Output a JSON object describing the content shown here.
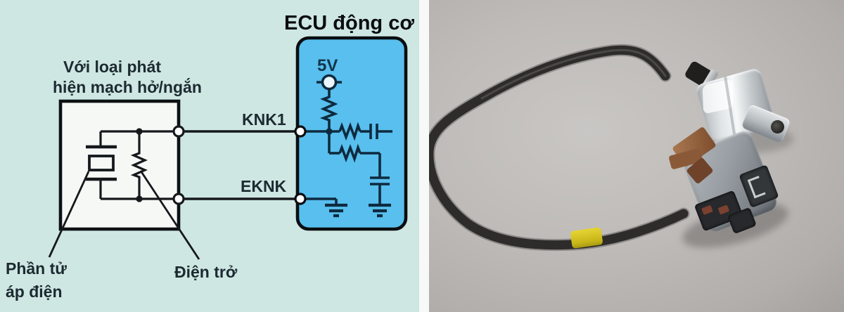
{
  "diagram": {
    "title": "ECU động cơ",
    "note": {
      "line1": "Với loại phát",
      "line2": "hiện mạch hở/ngắn"
    },
    "supply_label": "5V",
    "terminals": {
      "signal": "KNK1",
      "ground": "EKNK"
    },
    "component_labels": {
      "piezo_line1": "Phần tử",
      "piezo_line2": "áp điện",
      "resistor": "Điện trở"
    },
    "colors": {
      "panel_bg": "#cfe7e2",
      "ecu_fill": "#58bfee",
      "ecu_wire": "#0e2a3e",
      "sensor_box_fill": "#f6f8f6",
      "wire": "#15191c",
      "label_text": "#1c2a31"
    }
  },
  "photo": {
    "subject": "knock-sensor-with-harness",
    "colors": {
      "background": "#bebbb8",
      "cable": "#2d2c2a",
      "marker_band": "#d6c51f",
      "sensor_metal": "#e9ecee",
      "connector_gray": "#8d9398",
      "clip_copper": "#96613b"
    }
  }
}
